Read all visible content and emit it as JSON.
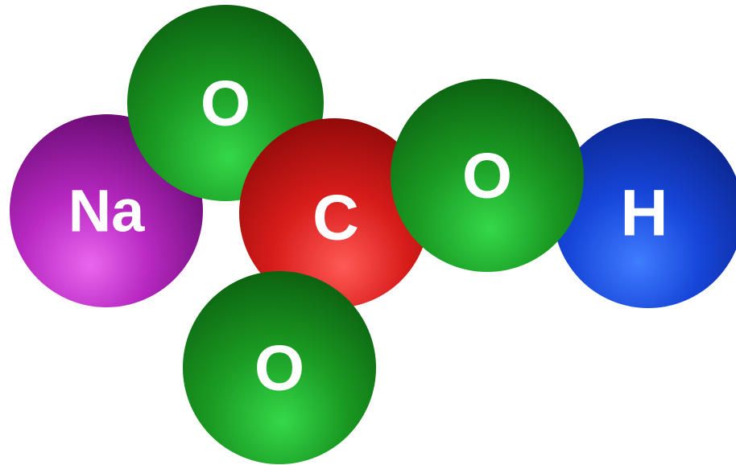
{
  "molecule": {
    "colors": {
      "oxygen": "#1f9a1f",
      "carbon": "#d9211f",
      "sodium": "#a51fb0",
      "hydrogen": "#1a4fe0",
      "label": "#ffffff",
      "background": "#ffffff"
    },
    "atoms": [
      {
        "id": "na",
        "symbol": "Na",
        "element": "sodium"
      },
      {
        "id": "o-top",
        "symbol": "O",
        "element": "oxygen"
      },
      {
        "id": "o-bottom",
        "symbol": "O",
        "element": "oxygen"
      },
      {
        "id": "c",
        "symbol": "C",
        "element": "carbon"
      },
      {
        "id": "o-right",
        "symbol": "O",
        "element": "oxygen"
      },
      {
        "id": "h",
        "symbol": "H",
        "element": "hydrogen"
      }
    ]
  }
}
